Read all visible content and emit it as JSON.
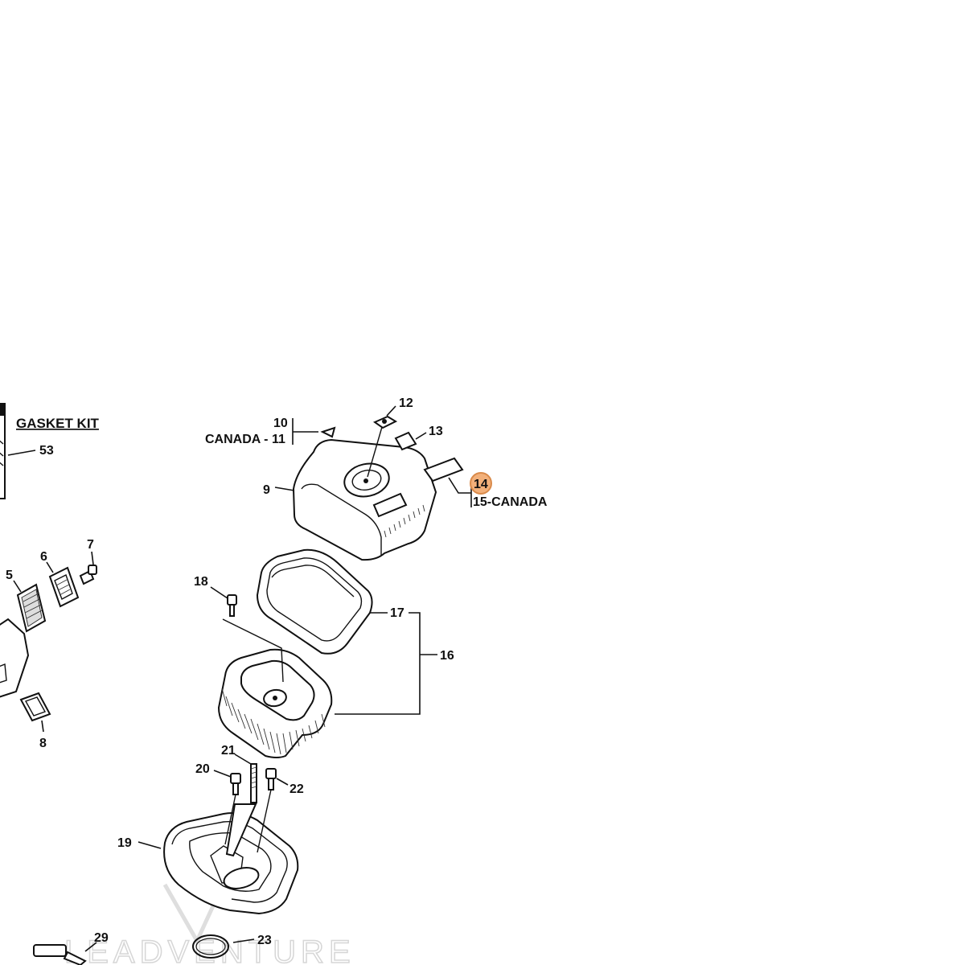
{
  "kit": {
    "title": "GASKET KIT",
    "part_number": "53"
  },
  "callouts": {
    "p5": "5",
    "p6": "6",
    "p7": "7",
    "p8": "8",
    "p9": "9",
    "p10": "10",
    "p11": "CANADA - 11",
    "p12": "12",
    "p13": "13",
    "p14": "14",
    "p15": "15-CANADA",
    "p16": "16",
    "p17": "17",
    "p18": "18",
    "p19": "19",
    "p20": "20",
    "p21": "21",
    "p22": "22",
    "p23": "23",
    "p29": "29"
  },
  "highlight": {
    "part": "14",
    "color": "#f2b07a"
  },
  "watermark": {
    "text": "LEADVENTURE"
  }
}
